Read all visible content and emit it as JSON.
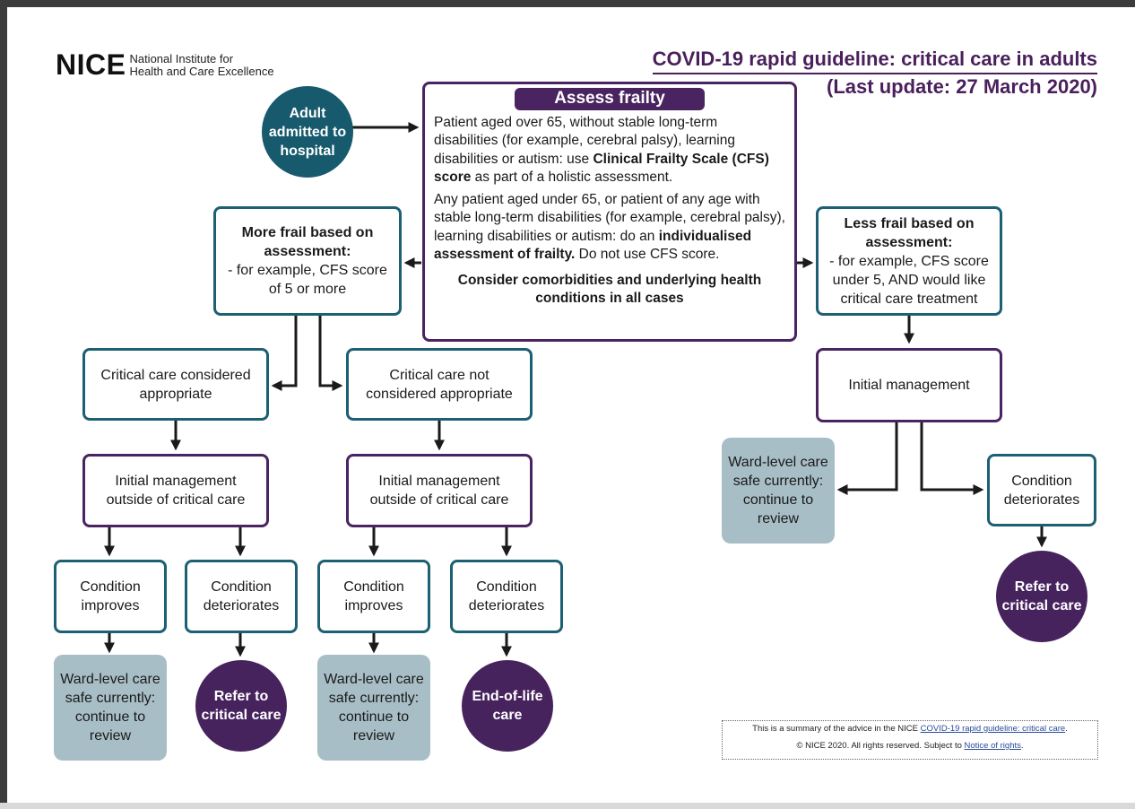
{
  "logo": {
    "name": "NICE",
    "line1": "National Institute for",
    "line2": "Health and Care Excellence"
  },
  "title": {
    "line1": "COVID-19 rapid guideline: critical care in adults",
    "line2": "(Last update: 27 March 2020)"
  },
  "start": "Adult admitted to hospital",
  "assess": {
    "heading": "Assess frailty",
    "p1_a": "Patient aged over 65, without stable long-term disabilities (for example, cerebral palsy), learning disabilities or autism: use ",
    "p1_b": "Clinical Frailty Scale (CFS) score",
    "p1_c": " as part of a holistic assessment.",
    "p2_a": "Any patient aged under 65, or patient of any age with stable long-term disabilities (for example, cerebral palsy), learning disabilities or autism: do an ",
    "p2_b": "individualised assessment of frailty.",
    "p2_c": " Do not use CFS score.",
    "consider": "Consider comorbidities and underlying health conditions in all cases"
  },
  "more_frail": {
    "head": "More frail based on assessment:",
    "body": "- for example, CFS score of 5 or more"
  },
  "less_frail": {
    "head": "Less frail based on assessment:",
    "body": "- for example, CFS score under 5, AND would like critical care treatment"
  },
  "cc_appropriate": "Critical care considered appropriate",
  "cc_not_appropriate": "Critical care not considered appropriate",
  "initial_outside_1": "Initial management outside of critical care",
  "initial_outside_2": "Initial management outside of critical care",
  "initial_management": "Initial management",
  "improves_1": "Condition improves",
  "deteriorates_1": "Condition deteriorates",
  "improves_2": "Condition improves",
  "deteriorates_2": "Condition deteriorates",
  "deteriorates_3": "Condition deteriorates",
  "ward_1": "Ward-level care safe currently: continue to review",
  "ward_2": "Ward-level care safe currently: continue to review",
  "ward_3": "Ward-level care safe currently: continue to review",
  "refer_1": "Refer to critical care",
  "refer_2": "Refer to critical care",
  "end_of_life": "End-of-life care",
  "footer": {
    "line1_a": "This is a summary of the advice in the NICE ",
    "line1_link": "COVID-19 rapid guideline: critical care",
    "line1_b": ".",
    "line2_a": "© NICE 2020. All rights reserved. Subject to ",
    "line2_link": "Notice of rights",
    "line2_b": "."
  },
  "colors": {
    "teal": "#1d5f73",
    "purple": "#4a2460",
    "grey": "#a8bec6"
  }
}
